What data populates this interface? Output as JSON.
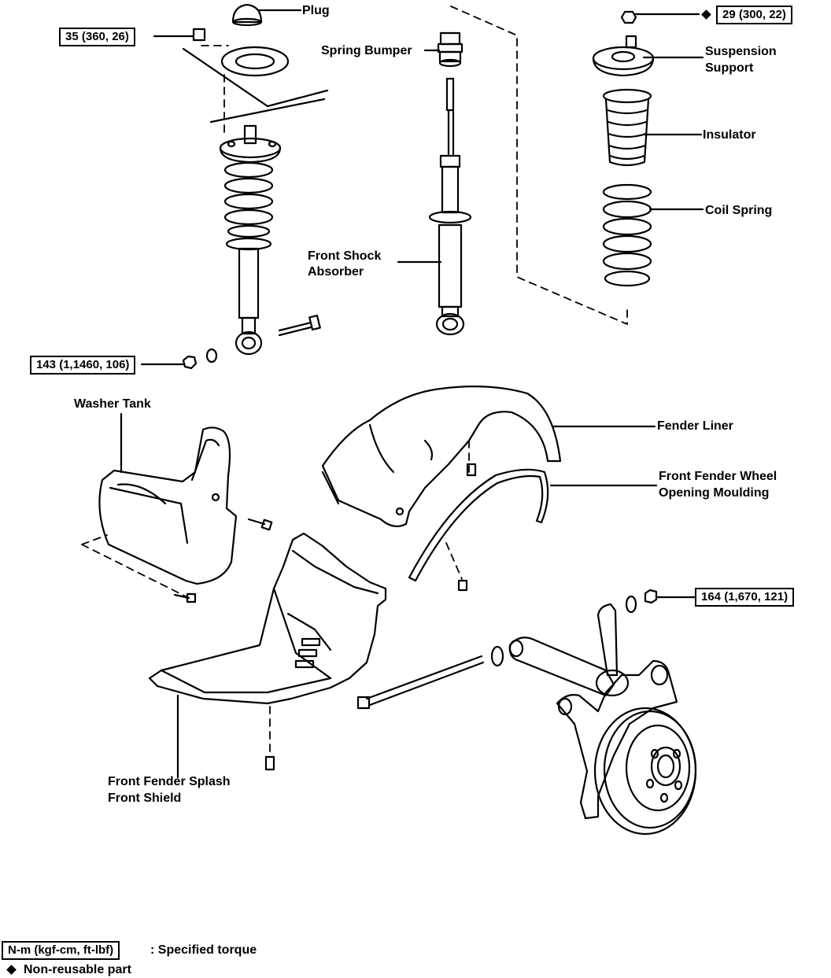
{
  "labels": {
    "plug": "Plug",
    "spring_bumper": "Spring Bumper",
    "suspension_support_1": "Suspension",
    "suspension_support_2": "Support",
    "insulator": "Insulator",
    "coil_spring": "Coil Spring",
    "front_shock_1": "Front Shock",
    "front_shock_2": "Absorber",
    "washer_tank": "Washer Tank",
    "fender_liner": "Fender Liner",
    "moulding_1": "Front Fender Wheel",
    "moulding_2": "Opening Moulding",
    "splash_1": "Front Fender Splash",
    "splash_2": "Front Shield"
  },
  "torques": {
    "t35": "35 (360, 26)",
    "t29": "29 (300, 22)",
    "t143": "143 (1,1460, 106)",
    "t164": "164 (1,670, 121)"
  },
  "legend": {
    "box_text": "N-m (kgf-cm, ft-lbf)",
    "box_desc": ": Specified torque",
    "diamond_desc": "Non-reusable part"
  }
}
